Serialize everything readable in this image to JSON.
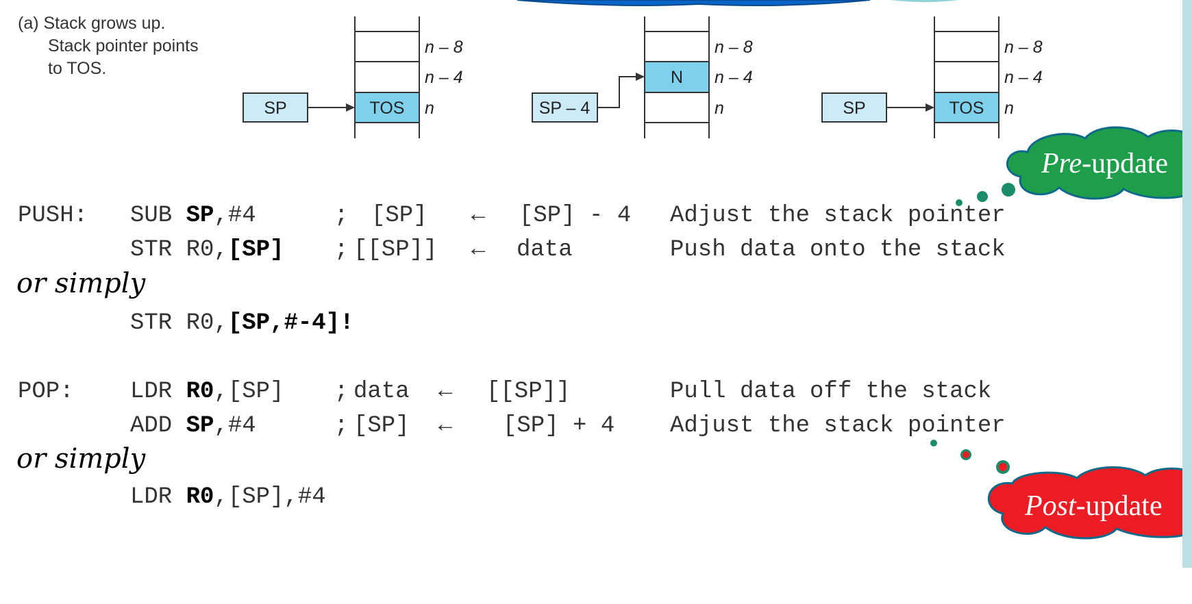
{
  "caption": {
    "line1": "(a) Stack grows up.",
    "line2": "Stack pointer points",
    "line3": "to TOS."
  },
  "diagrams": [
    {
      "pointer_label": "SP",
      "slots": [
        {
          "label": "",
          "offset": "n – 8"
        },
        {
          "label": "",
          "offset": "n – 4"
        },
        {
          "label": "TOS",
          "offset": "n"
        }
      ]
    },
    {
      "pointer_label": "SP – 4",
      "slots": [
        {
          "label": "",
          "offset": "n – 8"
        },
        {
          "label": "N",
          "offset": "n – 4"
        },
        {
          "label": "",
          "offset": "n"
        }
      ]
    },
    {
      "pointer_label": "SP",
      "slots": [
        {
          "label": "",
          "offset": "n – 8"
        },
        {
          "label": "",
          "offset": "n – 4"
        },
        {
          "label": "TOS",
          "offset": "n"
        }
      ]
    }
  ],
  "push": {
    "label": "PUSH:",
    "line1": {
      "op": "SUB",
      "reg": "SP",
      "operand": ",#4",
      "comment": ";",
      "lhs": "[SP]",
      "arrow": "←",
      "rhs": "[SP] - 4",
      "desc": "Adjust the stack pointer"
    },
    "line2": {
      "op": "STR",
      "reg": "R0,",
      "operand": "[SP]",
      "comment": ";",
      "lhs": "[[SP]]",
      "arrow": "←",
      "rhs": "data",
      "desc": "Push data onto the stack"
    },
    "or_simply": "or simply",
    "simple": {
      "op": "STR",
      "reg": "R0,",
      "operand": "[SP,#-4]!"
    }
  },
  "pop": {
    "label": "POP:",
    "line1": {
      "op": "LDR",
      "reg": "R0",
      "operand": ",[SP]",
      "comment": ";",
      "lhs": "data",
      "arrow": "←",
      "rhs": "[[SP]]",
      "desc": "Pull data off the stack"
    },
    "line2": {
      "op": "ADD",
      "reg": "SP",
      "operand": ",#4",
      "comment": ";",
      "lhs": "[SP]",
      "arrow": "←",
      "rhs": "[SP] + 4",
      "desc": "Adjust the stack pointer"
    },
    "or_simply": "or simply",
    "simple": {
      "op": "LDR",
      "reg": "R0",
      "operand": ",[SP],#4"
    }
  },
  "callouts": {
    "pre": {
      "italic": "Pre",
      "rest": "-update",
      "color": "#1e9e4a"
    },
    "post": {
      "italic": "Post",
      "rest": "-update",
      "color": "#ec1c24"
    }
  },
  "colors": {
    "cell_fill": "#7fd0ec",
    "pointer_fill": "#cdebf7",
    "cloud_text": "#ffffff",
    "top_band": "#0a63c6",
    "right_edge": "#b9dfe2"
  }
}
